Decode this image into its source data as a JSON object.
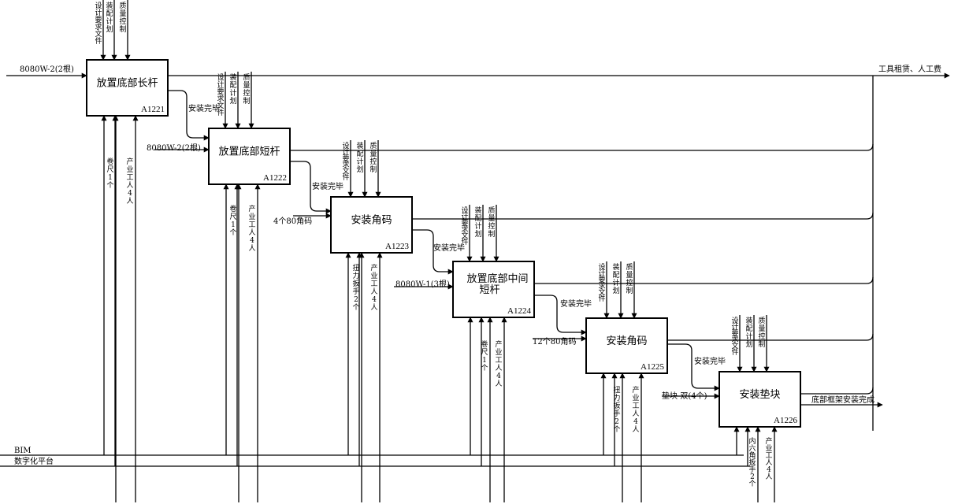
{
  "boxes": [
    {
      "title": [
        "放置底部长杆"
      ],
      "code": "A1221",
      "controls": [
        "设计要求文件",
        "装配计划",
        "质量控制"
      ],
      "input": "8080W-2(2根)",
      "input_prefix": "",
      "mechanisms": [
        "卷尺1个",
        "产业工人4人"
      ]
    },
    {
      "title": [
        "放置底部短杆"
      ],
      "code": "A1222",
      "controls": [
        "设计要求文件",
        "装配计划",
        "质量控制"
      ],
      "input": "8080W-2(2根)",
      "input_prefix": "安装完毕",
      "mechanisms": [
        "卷尺1个",
        "产业工人4人"
      ]
    },
    {
      "title": [
        "安装角码"
      ],
      "code": "A1223",
      "controls": [
        "设计要求文件",
        "装配计划",
        "质量控制"
      ],
      "input": "4个80角码",
      "input_prefix": "安装完毕",
      "mechanisms": [
        "扭力扳手2个",
        "产业工人4人"
      ]
    },
    {
      "title": [
        "放置底部中间",
        "短杆"
      ],
      "code": "A1224",
      "controls": [
        "设计要求文件",
        "装配计划",
        "质量控制"
      ],
      "input": "8080W-1(3根)",
      "input_prefix": "安装完毕",
      "mechanisms": [
        "卷尺1个",
        "产业工人4人"
      ]
    },
    {
      "title": [
        "安装角码"
      ],
      "code": "A1225",
      "controls": [
        "设计要求文件",
        "装配计划",
        "质量控制"
      ],
      "input": "12个80角码",
      "input_prefix": "安装完毕",
      "mechanisms": [
        "扭力扳手2个",
        "产业工人4人"
      ]
    },
    {
      "title": [
        "安装垫块"
      ],
      "code": "A1226",
      "controls": [
        "设计要求文件",
        "装配计划",
        "质量控制"
      ],
      "input": "垫块-双(4个)",
      "input_prefix": "安装完毕",
      "mechanisms": [
        "内六角扳手2个",
        "产业工人4人"
      ]
    }
  ],
  "output_cost": "工具租赁、人工费",
  "final_output": "底部框架安装完成",
  "platform_lines": [
    "BIM",
    "数字化平台"
  ]
}
